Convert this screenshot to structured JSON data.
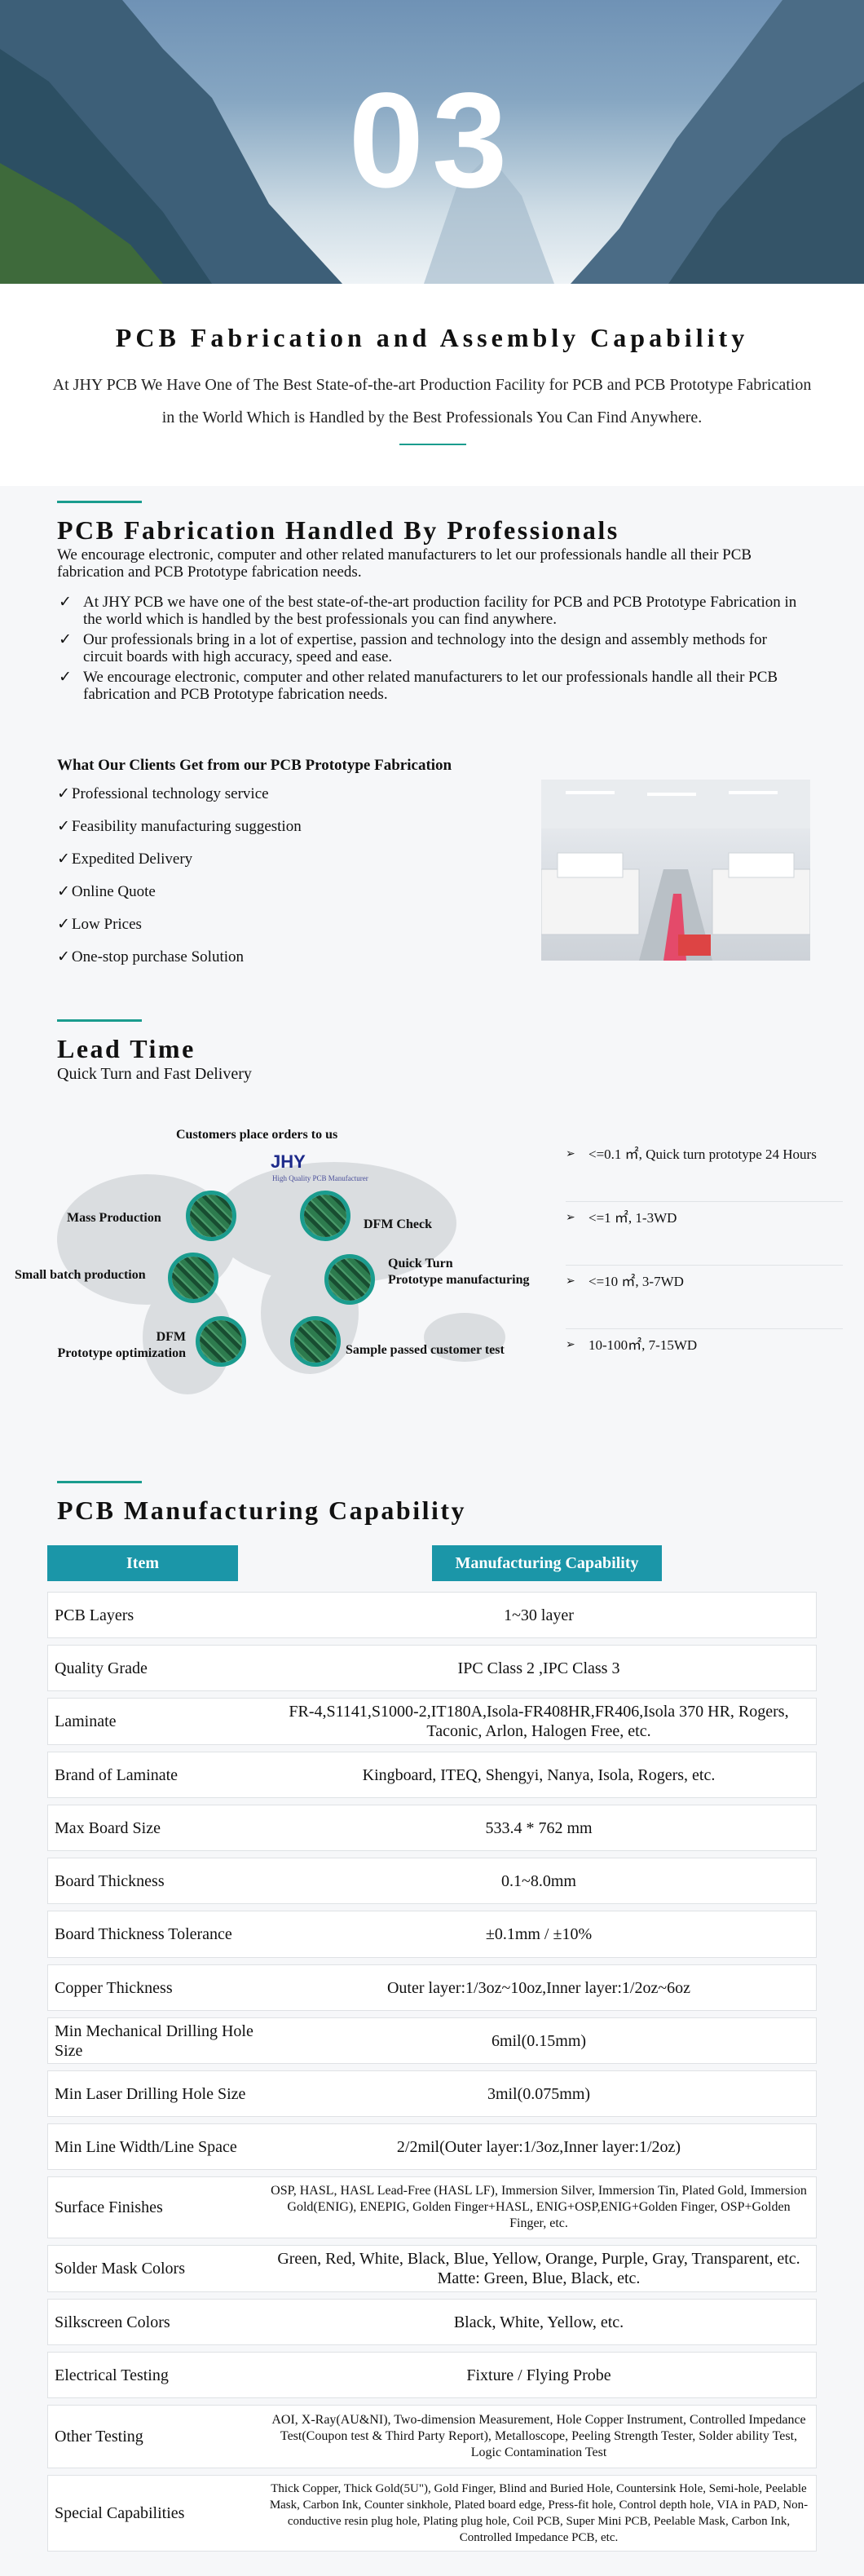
{
  "hero": {
    "number": "03"
  },
  "intro": {
    "title": "PCB Fabrication and Assembly Capability",
    "text": "At JHY PCB We Have One of The Best State-of-the-art Production Facility for PCB and PCB Prototype Fabrication in the World Which is Handled by the Best Professionals You Can Find Anywhere."
  },
  "fabrication": {
    "title": "PCB Fabrication Handled By Professionals",
    "intro": "We encourage electronic, computer and other related manufacturers to let our professionals handle all their PCB fabrication and PCB Prototype fabrication needs.",
    "check_glyph": "✓",
    "points": [
      "At JHY PCB we have one of the best state-of-the-art production facility for PCB and PCB Prototype Fabrication in the world which is handled by the best professionals you can find anywhere.",
      "Our professionals bring in a lot of expertise, passion and technology into the design and assembly methods for circuit boards with high accuracy, speed and ease.",
      "We encourage electronic, computer and other related manufacturers to let our professionals handle all their PCB fabrication and PCB Prototype fabrication needs."
    ],
    "clients_title": "What Our Clients Get from our PCB Prototype Fabrication",
    "clients": [
      "Professional technology service",
      "Feasibility manufacturing suggestion",
      "Expedited Delivery",
      "Online Quote",
      "Low Prices",
      "One-stop purchase Solution"
    ]
  },
  "lead_time": {
    "title": "Lead Time",
    "subtitle": "Quick Turn and Fast Delivery",
    "diagram": {
      "top": "Customers place orders to us",
      "logo": "JHY",
      "logo_tag": "High Quality PCB Manufacturer",
      "mass": "Mass Production",
      "dfm_check": "DFM Check",
      "small_batch": "Small batch production",
      "quick_turn_1": "Quick Turn",
      "quick_turn_2": "Prototype manufacturing",
      "dfm_1": "DFM",
      "dfm_2": "Prototype optimization",
      "sample": "Sample passed customer test"
    },
    "arrow_glyph": "➢",
    "items": [
      "<=0.1 ㎡, Quick turn prototype 24 Hours",
      "<=1 ㎡, 1-3WD",
      "<=10 ㎡, 3-7WD",
      "10-100㎡, 7-15WD"
    ]
  },
  "capability": {
    "title": "PCB Manufacturing Capability",
    "header_item": "Item",
    "header_cap": "Manufacturing Capability",
    "rows": [
      {
        "item": "PCB Layers",
        "value": "1~30 layer"
      },
      {
        "item": "Quality Grade",
        "value": "IPC Class 2 ,IPC Class 3"
      },
      {
        "item": "Laminate",
        "value": "FR-4,S1141,S1000-2,IT180A,Isola-FR408HR,FR406,Isola 370 HR, Rogers, Taconic, Arlon, Halogen Free, etc."
      },
      {
        "item": "Brand of Laminate",
        "value": "Kingboard, ITEQ, Shengyi, Nanya, Isola, Rogers, etc."
      },
      {
        "item": "Max Board Size",
        "value": "533.4 * 762 mm"
      },
      {
        "item": "Board Thickness",
        "value": "0.1~8.0mm"
      },
      {
        "item": "Board Thickness Tolerance",
        "value": "±0.1mm / ±10%"
      },
      {
        "item": "Copper Thickness",
        "value": "Outer layer:1/3oz~10oz,Inner layer:1/2oz~6oz"
      },
      {
        "item": "Min Mechanical Drilling Hole Size",
        "value": "6mil(0.15mm)"
      },
      {
        "item": "Min Laser Drilling Hole Size",
        "value": "3mil(0.075mm)"
      },
      {
        "item": "Min Line Width/Line Space",
        "value": "2/2mil(Outer layer:1/3oz,Inner layer:1/2oz)"
      },
      {
        "item": "Surface Finishes",
        "value": "OSP, HASL, HASL Lead-Free (HASL LF), Immersion Silver, Immersion Tin, Plated Gold, Immersion Gold(ENIG), ENEPIG, Golden Finger+HASL, ENIG+OSP,ENIG+Golden Finger, OSP+Golden Finger, etc."
      },
      {
        "item": "Solder Mask Colors",
        "value": "Green, Red, White, Black, Blue, Yellow, Orange, Purple, Gray, Transparent, etc. Matte: Green, Blue, Black, etc."
      },
      {
        "item": "Silkscreen Colors",
        "value": "Black, White, Yellow, etc."
      },
      {
        "item": "Electrical Testing",
        "value": "Fixture / Flying Probe"
      },
      {
        "item": "Other Testing",
        "value": "AOI, X-Ray(AU&NI), Two-dimension Measurement, Hole Copper Instrument, Controlled Impedance Test(Coupon test & Third Party Report), Metalloscope, Peeling Strength Tester, Solder ability Test, Logic Contamination Test"
      },
      {
        "item": "Special Capabilities",
        "value": "Thick Copper, Thick Gold(5U\"), Gold Finger, Blind and Buried Hole, Countersink Hole, Semi-hole, Peelable Mask, Carbon Ink, Counter sinkhole, Plated board edge, Press-fit hole, Control depth hole, VIA in PAD, Non-conductive resin plug hole, Plating plug hole, Coil PCB, Super Mini PCB, Peelable Mask, Carbon Ink, Controlled Impedance PCB, etc."
      }
    ]
  }
}
